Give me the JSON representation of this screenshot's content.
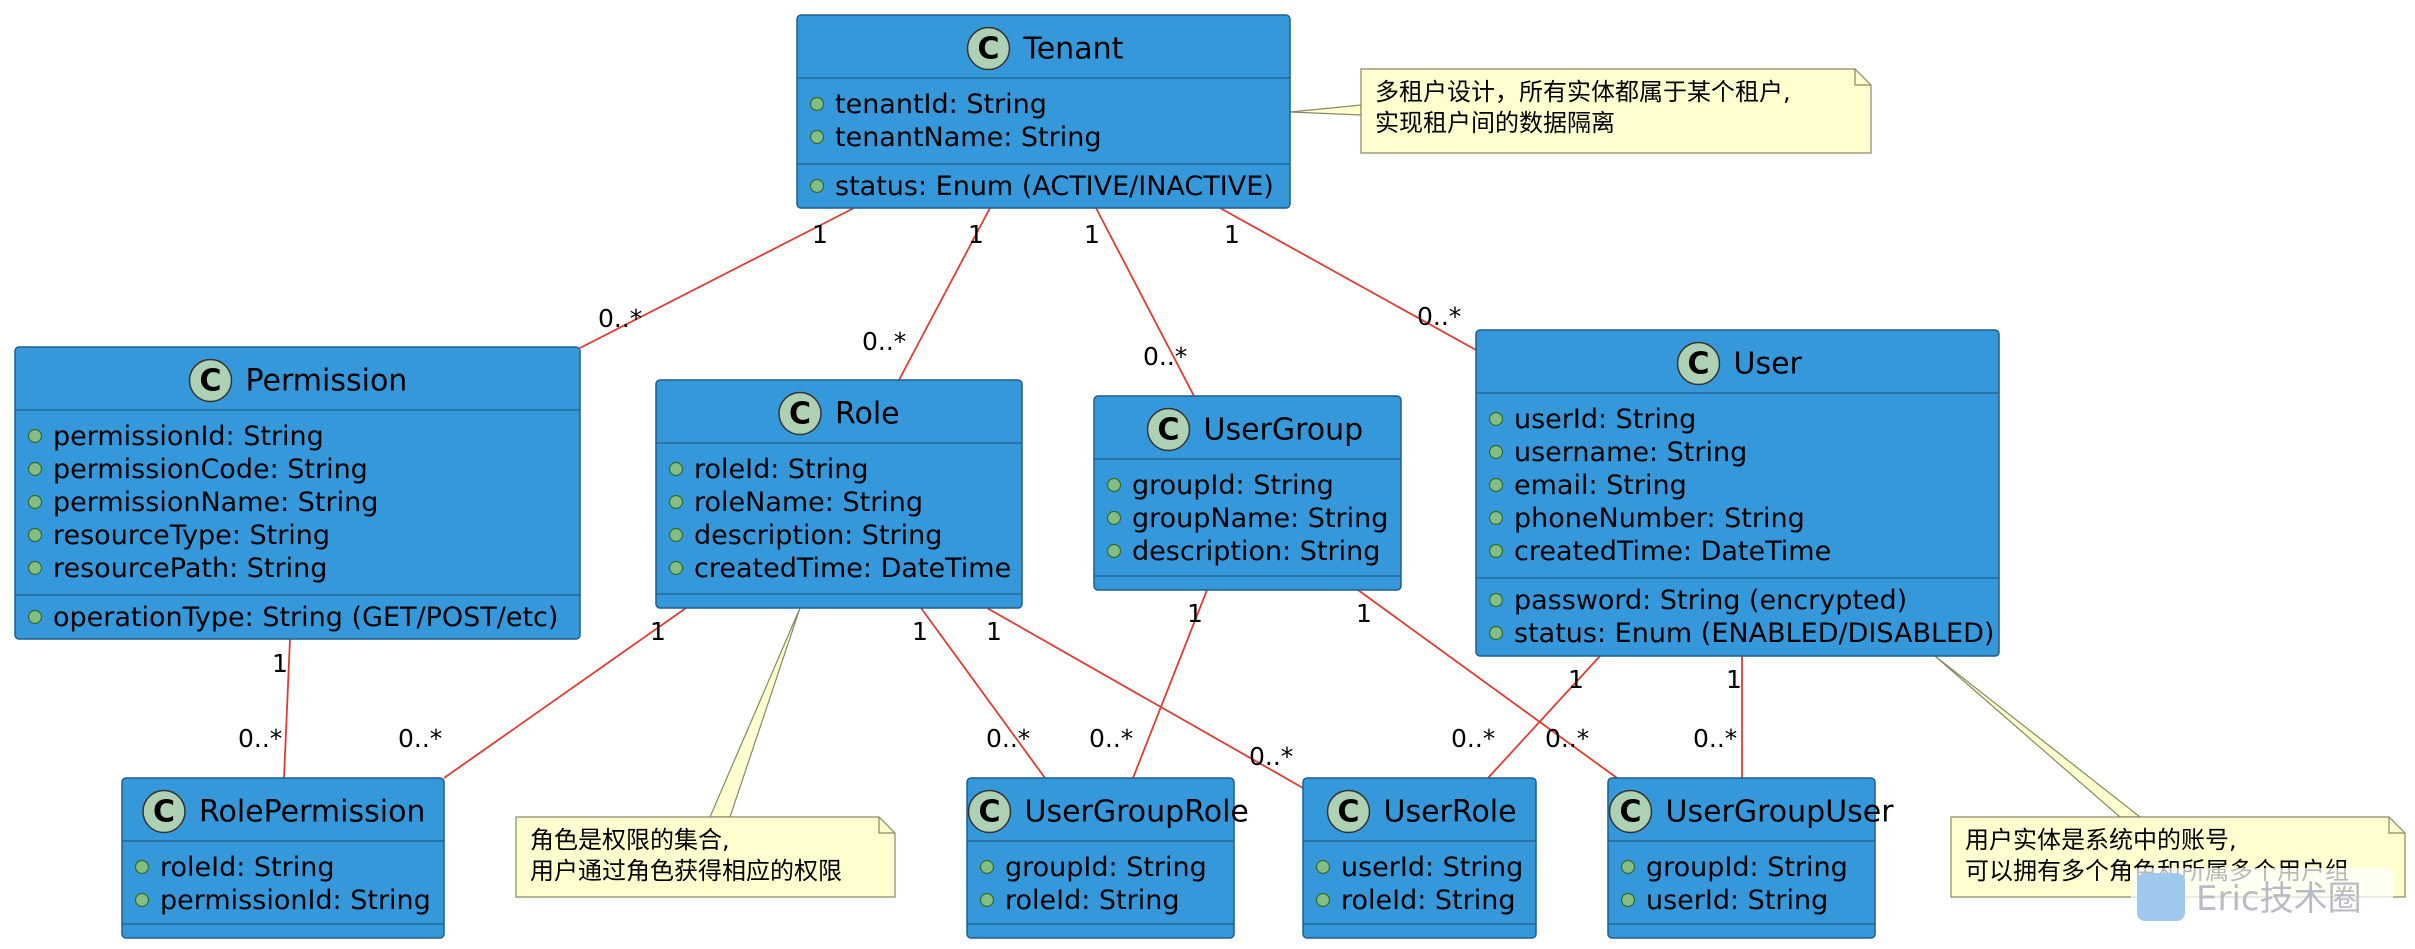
{
  "colors": {
    "class_fill": "#3598db",
    "class_stroke": "#1f5f8a",
    "edge": "#e03c31",
    "note_fill": "#fefecf",
    "note_stroke": "#888866",
    "badge_fill": "#add1b2",
    "visibility_fill": "#84be84"
  },
  "classes": {
    "tenant": {
      "name": "Tenant",
      "attrs": [
        "tenantId: String",
        "tenantName: String"
      ],
      "ops": [
        "status: Enum (ACTIVE/INACTIVE)"
      ]
    },
    "permission": {
      "name": "Permission",
      "attrs": [
        "permissionId: String",
        "permissionCode: String",
        "permissionName: String",
        "resourceType: String",
        "resourcePath: String"
      ],
      "ops": [
        "operationType: String (GET/POST/etc)"
      ]
    },
    "role": {
      "name": "Role",
      "attrs": [
        "roleId: String",
        "roleName: String",
        "description: String",
        "createdTime: DateTime"
      ],
      "ops": []
    },
    "usergroup": {
      "name": "UserGroup",
      "attrs": [
        "groupId: String",
        "groupName: String",
        "description: String"
      ],
      "ops": []
    },
    "user": {
      "name": "User",
      "attrs": [
        "userId: String",
        "username: String",
        "email: String",
        "phoneNumber: String",
        "createdTime: DateTime"
      ],
      "ops": [
        "password: String (encrypted)",
        "status: Enum (ENABLED/DISABLED)"
      ]
    },
    "rolepermission": {
      "name": "RolePermission",
      "attrs": [
        "roleId: String",
        "permissionId: String"
      ],
      "ops": []
    },
    "usergrouprole": {
      "name": "UserGroupRole",
      "attrs": [
        "groupId: String",
        "roleId: String"
      ],
      "ops": []
    },
    "userrole": {
      "name": "UserRole",
      "attrs": [
        "userId: String",
        "roleId: String"
      ],
      "ops": []
    },
    "usergroupuser": {
      "name": "UserGroupUser",
      "attrs": [
        "groupId: String",
        "userId: String"
      ],
      "ops": []
    }
  },
  "associations": [
    {
      "from": "tenant",
      "to": "permission",
      "from_mult": "1",
      "to_mult": "0..*"
    },
    {
      "from": "tenant",
      "to": "role",
      "from_mult": "1",
      "to_mult": "0..*"
    },
    {
      "from": "tenant",
      "to": "usergroup",
      "from_mult": "1",
      "to_mult": "0..*"
    },
    {
      "from": "tenant",
      "to": "user",
      "from_mult": "1",
      "to_mult": "0..*"
    },
    {
      "from": "permission",
      "to": "rolepermission",
      "from_mult": "1",
      "to_mult": "0..*"
    },
    {
      "from": "role",
      "to": "rolepermission",
      "from_mult": "1",
      "to_mult": "0..*"
    },
    {
      "from": "role",
      "to": "usergrouprole",
      "from_mult": "1",
      "to_mult": "0..*"
    },
    {
      "from": "role",
      "to": "userrole",
      "from_mult": "1",
      "to_mult": "0..*"
    },
    {
      "from": "usergroup",
      "to": "usergrouprole",
      "from_mult": "1",
      "to_mult": "0..*"
    },
    {
      "from": "usergroup",
      "to": "usergroupuser",
      "from_mult": "1",
      "to_mult": "0..*"
    },
    {
      "from": "user",
      "to": "userrole",
      "from_mult": "1",
      "to_mult": "0..*"
    },
    {
      "from": "user",
      "to": "usergroupuser",
      "from_mult": "1",
      "to_mult": "0..*"
    }
  ],
  "notes": {
    "tenant_note": [
      "多租户设计，所有实体都属于某个租户,",
      "实现租户间的数据隔离"
    ],
    "role_note": [
      "角色是权限的集合,",
      "用户通过角色获得相应的权限"
    ],
    "user_note": [
      "用户实体是系统中的账号,",
      "可以拥有多个角色和所属多个用户组"
    ]
  },
  "badge_letter": "C",
  "watermark": "Eric技术圈"
}
